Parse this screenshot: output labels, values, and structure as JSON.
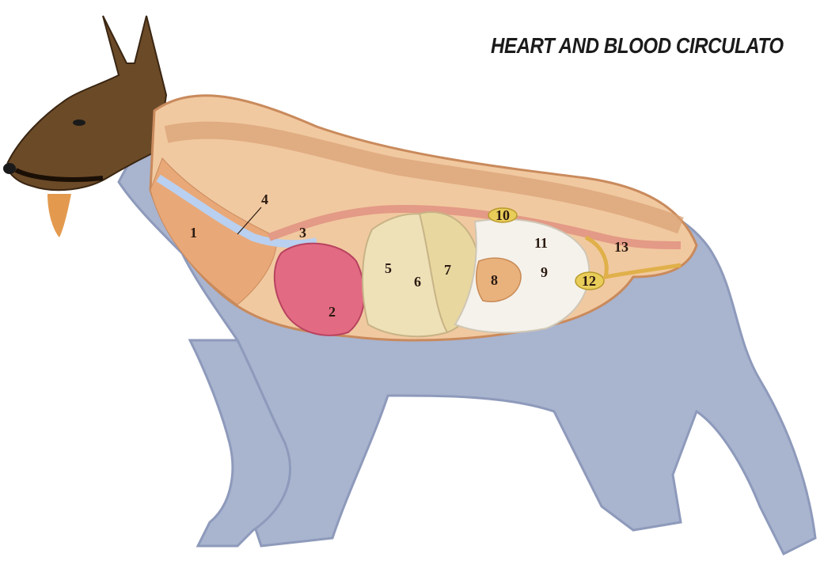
{
  "title": "HEART AND BLOOD CIRCULATO",
  "labels": {
    "l1": "1",
    "l2": "2",
    "l3": "3",
    "l4": "4",
    "l5": "5",
    "l6": "6",
    "l7": "7",
    "l8": "8",
    "l9": "9",
    "l10": "10",
    "l11": "11",
    "l12": "12",
    "l13": "13"
  },
  "colors": {
    "fur": "#a9b4cf",
    "fur_edge": "#8e9abb",
    "body_cavity": "#f1c9a0",
    "muscle": "#e9a878",
    "heart": "#e26a83",
    "liver": "#eee1b8",
    "stomach": "#e9b27d",
    "intestines": "#f5f2ec",
    "kidney": "#e9cd5a",
    "head": "#6b4a28"
  }
}
